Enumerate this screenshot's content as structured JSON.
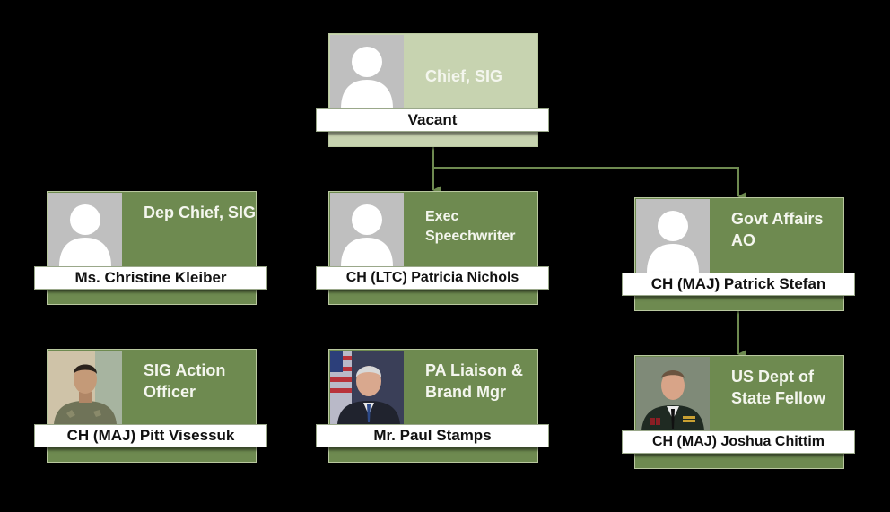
{
  "org_chart": {
    "colors": {
      "background": "#000000",
      "card": "#6e8a50",
      "top_card": "#c7d3b0",
      "connector": "#6e8a50"
    },
    "positions": [
      {
        "id": "chief",
        "title": "Chief, SIG",
        "name": "Vacant",
        "photo": "placeholder-avatar"
      },
      {
        "id": "dep-chief",
        "title": "Dep Chief, SIG",
        "name": "Ms. Christine Kleiber",
        "photo": "placeholder-avatar"
      },
      {
        "id": "exec-speechwriter",
        "title": "Exec Speechwriter",
        "name": "CH (LTC) Patricia Nichols",
        "photo": "placeholder-avatar"
      },
      {
        "id": "govt-affairs",
        "title": "Govt Affairs AO",
        "name": "CH (MAJ) Patrick Stefan",
        "photo": "placeholder-avatar"
      },
      {
        "id": "sig-action",
        "title": "SIG Action Officer",
        "name": "CH (MAJ) Pitt Visessuk",
        "photo": "portrait-soldier"
      },
      {
        "id": "pa-liaison",
        "title": "PA Liaison & Brand Mgr",
        "name": "Mr. Paul Stamps",
        "photo": "portrait-civilian"
      },
      {
        "id": "state-fellow",
        "title": "US Dept of State Fellow",
        "name": "CH (MAJ) Joshua Chittim",
        "photo": "portrait-officer"
      }
    ]
  }
}
